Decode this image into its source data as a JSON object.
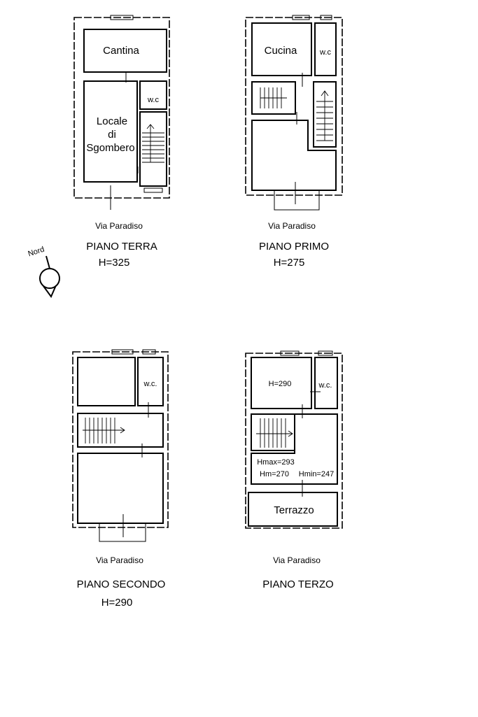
{
  "compass": {
    "label": "Nord"
  },
  "floors": [
    {
      "street": "Via Paradiso",
      "name": "PIANO TERRA",
      "height": "H=325",
      "rooms": {
        "cantina": "Cantina",
        "locale_l1": "Locale",
        "locale_l2": "di",
        "locale_l3": "Sgombero",
        "wc": "w.c"
      }
    },
    {
      "street": "Via Paradiso",
      "name": "PIANO PRIMO",
      "height": "H=275",
      "rooms": {
        "cucina": "Cucina",
        "wc": "w.c"
      }
    },
    {
      "street": "Via Paradiso",
      "name": "PIANO SECONDO",
      "height": "H=290",
      "rooms": {
        "wc": "w.c."
      }
    },
    {
      "street": "Via Paradiso",
      "name": "PIANO TERZO",
      "rooms": {
        "room_height": "H=290",
        "wc": "w.c.",
        "hmax": "Hmax=293",
        "hm": "Hm=270",
        "hmin": "Hmin=247",
        "terrazzo": "Terrazzo"
      }
    }
  ]
}
